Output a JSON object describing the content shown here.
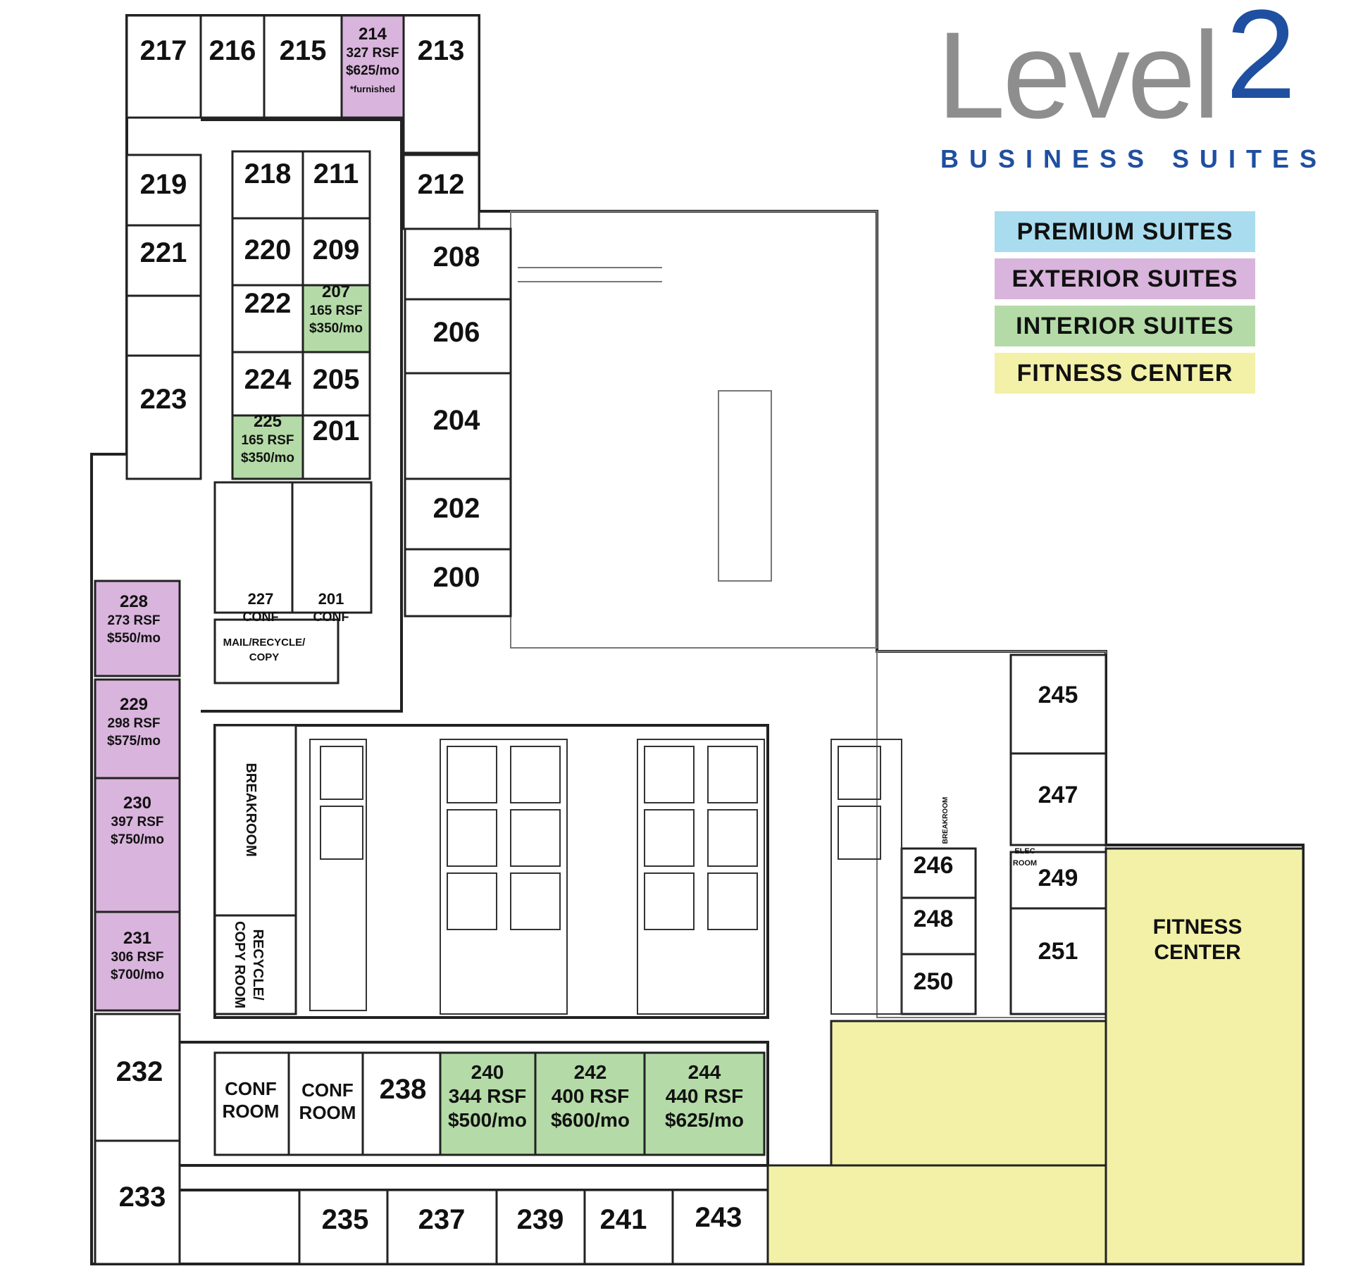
{
  "logo": {
    "main": "Level",
    "number": "2",
    "sub": "BUSINESS SUITES",
    "colors": {
      "main": "#8e8e8e",
      "accent": "#1f4fa0"
    }
  },
  "legend": [
    {
      "label": "PREMIUM  SUITES",
      "color": "#a9dcef"
    },
    {
      "label": "EXTERIOR SUITES",
      "color": "#d9b4dd"
    },
    {
      "label": "INTERIOR  SUITES",
      "color": "#b4dba7"
    },
    {
      "label": "FITNESS CENTER",
      "color": "#f3f1a8"
    }
  ],
  "colors": {
    "exterior": "#d9b4dd",
    "interior": "#b4dba7",
    "fitness": "#f3f1a8",
    "wall": "#222222"
  },
  "rooms": [
    {
      "id": "217",
      "label": "217"
    },
    {
      "id": "216",
      "label": "216"
    },
    {
      "id": "215",
      "label": "215"
    },
    {
      "id": "214",
      "label": "214",
      "lines": [
        "327 RSF",
        "$625/mo",
        "*furnished"
      ],
      "type": "exterior"
    },
    {
      "id": "213",
      "label": "213"
    },
    {
      "id": "219",
      "label": "219"
    },
    {
      "id": "212",
      "label": "212"
    },
    {
      "id": "221",
      "label": "221"
    },
    {
      "id": "223",
      "label": "223"
    },
    {
      "id": "218",
      "label": "218"
    },
    {
      "id": "211",
      "label": "211"
    },
    {
      "id": "220",
      "label": "220"
    },
    {
      "id": "209",
      "label": "209"
    },
    {
      "id": "222",
      "label": "222"
    },
    {
      "id": "207",
      "label": "207",
      "lines": [
        "165 RSF",
        "$350/mo"
      ],
      "type": "interior"
    },
    {
      "id": "224",
      "label": "224"
    },
    {
      "id": "205",
      "label": "205"
    },
    {
      "id": "225",
      "label": "225",
      "lines": [
        "165 RSF",
        "$350/mo"
      ],
      "type": "interior"
    },
    {
      "id": "201a",
      "label": "201"
    },
    {
      "id": "208",
      "label": "208"
    },
    {
      "id": "206",
      "label": "206"
    },
    {
      "id": "204",
      "label": "204"
    },
    {
      "id": "202",
      "label": "202"
    },
    {
      "id": "200",
      "label": "200"
    },
    {
      "id": "227",
      "label": "227",
      "lines": [
        "CONF"
      ]
    },
    {
      "id": "201b",
      "label": "201",
      "lines": [
        "CONF"
      ]
    },
    {
      "id": "mail",
      "label": "MAIL/RECYCLE/",
      "lines": [
        "COPY"
      ]
    },
    {
      "id": "228",
      "label": "228",
      "lines": [
        "273 RSF",
        "$550/mo"
      ],
      "type": "exterior"
    },
    {
      "id": "229",
      "label": "229",
      "lines": [
        "298 RSF",
        "$575/mo"
      ],
      "type": "exterior"
    },
    {
      "id": "230",
      "label": "230",
      "lines": [
        "397 RSF",
        "$750/mo"
      ],
      "type": "exterior"
    },
    {
      "id": "231",
      "label": "231",
      "lines": [
        "306 RSF",
        "$700/mo"
      ],
      "type": "exterior"
    },
    {
      "id": "232",
      "label": "232"
    },
    {
      "id": "233",
      "label": "233"
    },
    {
      "id": "breakroom",
      "label": "BREAKROOM"
    },
    {
      "id": "recycle",
      "label": "RECYCLE/",
      "lines": [
        "COPY ROOM"
      ]
    },
    {
      "id": "conf1",
      "label": "CONF",
      "lines": [
        "ROOM"
      ]
    },
    {
      "id": "conf2",
      "label": "CONF",
      "lines": [
        "ROOM"
      ]
    },
    {
      "id": "238",
      "label": "238"
    },
    {
      "id": "240",
      "label": "240",
      "lines": [
        "344 RSF",
        "$500/mo"
      ],
      "type": "interior"
    },
    {
      "id": "242",
      "label": "242",
      "lines": [
        "400 RSF",
        "$600/mo"
      ],
      "type": "interior"
    },
    {
      "id": "244",
      "label": "244",
      "lines": [
        "440 RSF",
        "$625/mo"
      ],
      "type": "interior"
    },
    {
      "id": "235",
      "label": "235"
    },
    {
      "id": "237",
      "label": "237"
    },
    {
      "id": "239",
      "label": "239"
    },
    {
      "id": "241",
      "label": "241"
    },
    {
      "id": "243",
      "label": "243"
    },
    {
      "id": "245",
      "label": "245"
    },
    {
      "id": "247",
      "label": "247"
    },
    {
      "id": "249",
      "label": "249"
    },
    {
      "id": "251",
      "label": "251"
    },
    {
      "id": "246",
      "label": "246"
    },
    {
      "id": "248",
      "label": "248"
    },
    {
      "id": "250",
      "label": "250"
    },
    {
      "id": "elec",
      "label": "ELEC",
      "lines": [
        "ROOM"
      ]
    },
    {
      "id": "breakroom2",
      "label": "BREAKROOM"
    },
    {
      "id": "fitness",
      "label": "FITNESS",
      "lines": [
        "CENTER"
      ],
      "type": "fitness"
    }
  ]
}
